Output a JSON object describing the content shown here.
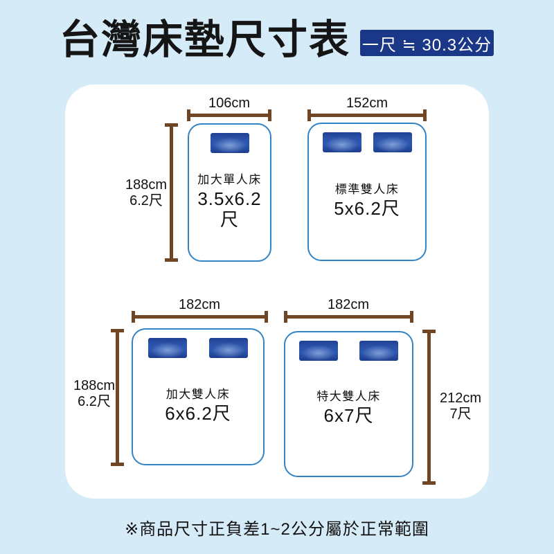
{
  "header": {
    "title": "台灣床墊尺寸表",
    "badge": "一尺 ≒ 30.3公分"
  },
  "beds": [
    {
      "name": "加大單人床",
      "size": "3.5x6.2尺",
      "width": "106cm",
      "height_cm": "188cm",
      "height_chi": "6.2尺",
      "pillows": 1
    },
    {
      "name": "標準雙人床",
      "size": "5x6.2尺",
      "width": "152cm",
      "pillows": 2
    },
    {
      "name": "加大雙人床",
      "size": "6x6.2尺",
      "width": "182cm",
      "height_cm": "188cm",
      "height_chi": "6.2尺",
      "pillows": 2
    },
    {
      "name": "特大雙人床",
      "size": "6x7尺",
      "width": "182cm",
      "height_cm": "212cm",
      "height_chi": "7尺",
      "pillows": 2
    }
  ],
  "footer": {
    "note": "※商品尺寸正負差1~2公分屬於正常範圍"
  },
  "colors": {
    "background": "#d6ebf8",
    "badge": "#1b3787",
    "dimension_line": "#6f4523",
    "bed_border": "#3383c4",
    "pillow": "#2a52a8",
    "panel": "#ffffff",
    "text": "#111111"
  }
}
